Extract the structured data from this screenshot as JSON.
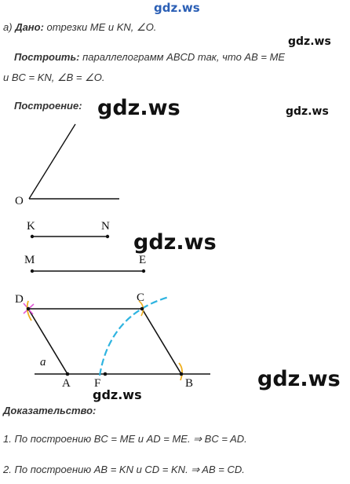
{
  "watermarks": {
    "top": "gdz.ws",
    "small_1": "gdz.ws",
    "small_2": "gdz.ws",
    "big_1": "gdz.ws",
    "big_2": "gdz.ws",
    "big_3": "gdz.ws",
    "bottom_small": "gdz.ws"
  },
  "part_a": {
    "marker": "а)",
    "given_label": "Дано:",
    "given_text": " отрезки ME и KN, ∠O.",
    "construct_label": "Построить:",
    "construct_text_1": " параллелограмм ABCD так, что AB = ME",
    "construct_text_2": "и BC = KN, ∠B = ∠O."
  },
  "construction_label": "Построение:",
  "figure": {
    "angle_vertex": "O",
    "segment_kn": [
      "K",
      "N"
    ],
    "segment_me": [
      "M",
      "E"
    ],
    "points": {
      "D": "D",
      "C": "C",
      "A": "A",
      "F": "F",
      "B": "B"
    },
    "line_label": "a",
    "arc_color": "#2fb4e0",
    "mark_color_1": "#e05ad8",
    "mark_color_2": "#f0b020"
  },
  "proof": {
    "label": "Доказательство:",
    "step_1": "1. По построению BC = ME и AD = ME. ⇒ BC = AD.",
    "step_2": "2. По построению AB = KN и CD = KN. ⇒ AB = CD."
  }
}
